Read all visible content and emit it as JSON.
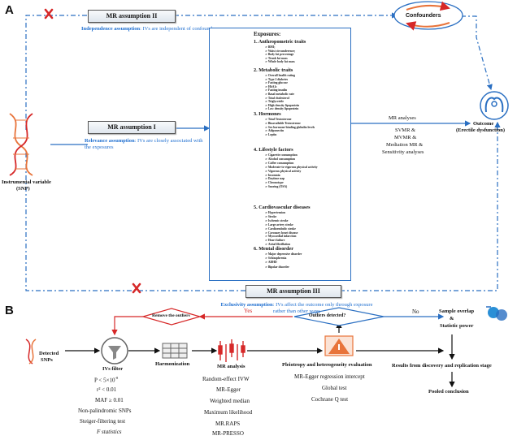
{
  "panel_a": {
    "label": "A",
    "assumption2": {
      "title": "MR assumption II",
      "caption_bold": "Independence assumption",
      "caption_rest": ": IVs are independent of confounders"
    },
    "confounders": "Confounders",
    "assumption1": {
      "title": "MR assumption I",
      "caption_bold": "Relevance assumption",
      "caption_rest": ": IVs are closely associated with the exposures"
    },
    "assumption3": {
      "title": "MR assumption III",
      "caption_bold": "Exclusivity assumption",
      "caption_rest": ": IVs affect the outcome only through exposure rather than other ways"
    },
    "instrument_line1": "Instrumental variable",
    "instrument_line2": "(SNP)",
    "outcome_line1": "Outcome",
    "outcome_line2": "(Erectile dysfunction)",
    "mr_analyses": {
      "title": "MR analyses",
      "line1": "SVMR &",
      "line2": "MVMR &",
      "line3": "Mediation MR &",
      "line4": "Sensitivity analyses"
    },
    "cross": "X",
    "exposures": {
      "title": "Exposures:",
      "groups": [
        {
          "num": "1.",
          "name": "Anthropometric traits",
          "items": [
            "BMI;",
            "Waist circumference;",
            "Body fat percentage",
            "Trunk fat mass",
            "Whole body fat mass"
          ]
        },
        {
          "num": "2.",
          "name": "Metabolic traits",
          "items": [
            "Overall health rating",
            "Type 2 diabetes",
            "Fasting glucose",
            "HbA1c",
            "Fasting insulin",
            "Basal metabolic rate",
            "Total cholesterol",
            "Triglyceride",
            "High density lipoprotein",
            "Low density lipoprotein"
          ]
        },
        {
          "num": "3.",
          "name": "Hormones",
          "items": [
            "Total Testosterone",
            "Bioavailable Testosterone",
            "Sex hormone-binding globulin levels",
            "Adiponectin",
            "Leptin"
          ]
        },
        {
          "num": "4.",
          "name": "Lifestyle factors",
          "items": [
            "Cigarette consumption",
            "Alcohol consumption",
            "Coffee consumption",
            "Moderate-to-vigorous physical activity",
            "Vigorous physical activity",
            "Insomnia",
            "Daytime nap",
            "Chronotype",
            "Snoring (OSA)"
          ]
        },
        {
          "num": "5.",
          "name": "Cardiovascular diseases",
          "items": [
            "Hypertension",
            "Stroke",
            "Ischemic stroke",
            "Large artery stroke",
            "Cardioembolic stroke",
            "Coronary heart disease",
            "Myocardial infarction",
            "Heart failure",
            "Atrial fibrillation"
          ]
        },
        {
          "num": "6.",
          "name": "Mental disorder",
          "items": [
            "Major depressive disorder",
            "Schizophrenia",
            "ADHD",
            "Bipolar disorder"
          ]
        }
      ]
    }
  },
  "panel_b": {
    "label": "B",
    "detected_line1": "Detected",
    "detected_line2": "SNPs",
    "ivs_filter": "IVs filter",
    "filter_items": [
      "P < 5×10",
      "r² < 0.01",
      "MAF ≥ 0.01",
      "Non-palindromic SNPs",
      "Steiger-filtering test",
      "F statistics"
    ],
    "p_exponent": "-8",
    "harmonization": "Harmonization",
    "mr_analysis": "MR analysis",
    "mr_methods": [
      "Random-effect IVW",
      "MR-Egger",
      "Weighted median",
      "Maximum likelihood",
      "MR.RAPS",
      "MR-PRESSO"
    ],
    "remove_outliers": "Remove the outliers",
    "yes": "Yes",
    "no": "No",
    "outliers_detected": "Outliers detected?",
    "pleiotropy": "Pleiotropy and heterogeneity evaluation",
    "pleio_methods": [
      "MR-Egger regression intercept",
      "Global test",
      "Cochrane Q test"
    ],
    "sample_overlap": "Sample overlap",
    "amp": "&",
    "statistic_power": "Statistic power",
    "results": "Results from discovery and replication stage",
    "pooled": "Pooled conclusion"
  },
  "colors": {
    "blue": "#1f6fd0",
    "red": "#d62828",
    "orange": "#e8743b",
    "green": "#2e9e55",
    "yellow": "#f2c744",
    "purple": "#6a4fb5"
  }
}
